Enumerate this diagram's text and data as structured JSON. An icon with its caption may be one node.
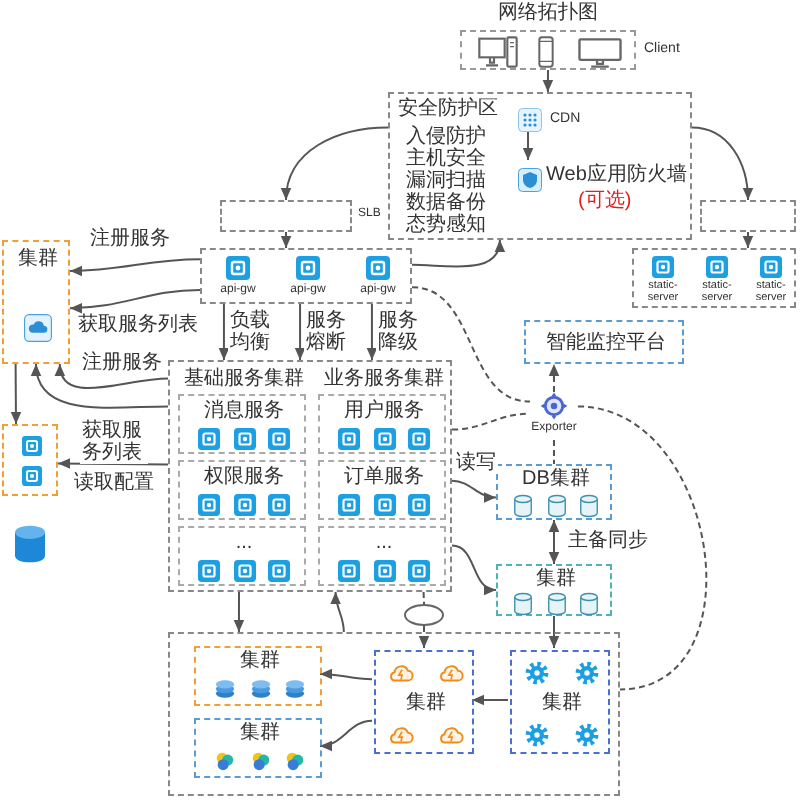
{
  "diagram": {
    "title": "网络拓扑图",
    "nodes": [
      {
        "text": [],
        "shape": "box",
        "beside": [
          "Client"
        ]
      },
      {
        "text": [
          "安全防护区",
          "入侵防护",
          "主机安全",
          "漏洞扫描",
          "数据备份",
          "态势感知"
        ]
      },
      {
        "text": [
          "CDN"
        ],
        "in": 1
      },
      {
        "text": [
          "Web应用防火墙",
          "(可选)"
        ],
        "in": 1
      },
      {
        "text": [],
        "shape": "box",
        "beside": [
          "SLB"
        ]
      },
      {
        "text": [],
        "shape": "box"
      },
      {
        "text": [
          "api-gw",
          "api-gw",
          "api-gw"
        ]
      },
      {
        "text": [
          "static-server",
          "static-server",
          "static-server"
        ]
      },
      {
        "text": [
          "集群"
        ]
      },
      {
        "text": [],
        "shape": "box"
      },
      {
        "text": [
          "智能监控平台"
        ]
      },
      {
        "text": [
          "Exporter"
        ]
      },
      {
        "text": [
          "基础服务集群",
          "业务服务集群"
        ]
      },
      {
        "text": [
          "消息服务"
        ],
        "in": 12
      },
      {
        "text": [
          "用户服务"
        ],
        "in": 12
      },
      {
        "text": [
          "权限服务"
        ],
        "in": 12
      },
      {
        "text": [
          "订单服务"
        ],
        "in": 12
      },
      {
        "text": [
          "..."
        ],
        "in": 12
      },
      {
        "text": [
          "..."
        ],
        "in": 12
      },
      {
        "text": [
          "DB集群"
        ]
      },
      {
        "text": [
          "集群"
        ]
      },
      {
        "text": [],
        "shape": "box"
      },
      {
        "text": [
          "集群"
        ],
        "in": 21
      },
      {
        "text": [
          "集群"
        ],
        "in": 21
      },
      {
        "text": [
          "集群"
        ],
        "in": 21
      },
      {
        "text": [
          "集群"
        ],
        "in": 21
      },
      {
        "text": [],
        "shape": "circle"
      }
    ],
    "edges": [
      {
        "from": 0,
        "to": 1,
        "arrow": "to"
      },
      {
        "from": 2,
        "to": 3,
        "arrow": "to"
      },
      {
        "from": 1,
        "to": 4,
        "arrow": "to"
      },
      {
        "from": 1,
        "to": 5,
        "arrow": "to"
      },
      {
        "from": 4,
        "to": 6,
        "arrow": "to"
      },
      {
        "from": 5,
        "to": 7,
        "arrow": "to"
      },
      {
        "from": 6,
        "to": 8,
        "arrow": "to",
        "label": "注册服务"
      },
      {
        "from": 6,
        "to": 8,
        "arrow": "to",
        "label": "获取服务列表"
      },
      {
        "from": 12,
        "to": 8,
        "arrow": "to",
        "label": "注册服务"
      },
      {
        "from": 12,
        "to": 8,
        "arrow": "to",
        "label": "获取服务列表"
      },
      {
        "from": 12,
        "to": 9,
        "arrow": "to",
        "label": "读取配置"
      },
      {
        "from": 8,
        "to": 9,
        "arrow": "to"
      },
      {
        "from": 6,
        "to": 12,
        "arrow": "to",
        "label": "负载均衡"
      },
      {
        "from": 6,
        "to": 12,
        "arrow": "to",
        "label": "服务熔断"
      },
      {
        "from": 6,
        "to": 12,
        "arrow": "to",
        "label": "服务降级"
      },
      {
        "from": 6,
        "to": 1,
        "arrow": "to"
      },
      {
        "from": 6,
        "to": 11,
        "arrow": "none",
        "style": "dashed"
      },
      {
        "from": 12,
        "to": 11,
        "arrow": "none",
        "style": "dashed"
      },
      {
        "from": 11,
        "to": 10,
        "arrow": "to",
        "style": "dashed"
      },
      {
        "from": 11,
        "to": 19,
        "arrow": "none",
        "style": "dashed"
      },
      {
        "from": 11,
        "to": 21,
        "arrow": "none",
        "style": "dashed"
      },
      {
        "from": 12,
        "to": 19,
        "arrow": "to",
        "label": "读写"
      },
      {
        "from": 12,
        "to": 20,
        "arrow": "to"
      },
      {
        "from": 19,
        "to": 20,
        "arrow": "both",
        "label": "主备同步"
      },
      {
        "from": 20,
        "to": 25,
        "arrow": "to"
      },
      {
        "from": 25,
        "to": 24,
        "arrow": "to"
      },
      {
        "from": 24,
        "to": 22,
        "arrow": "to"
      },
      {
        "from": 24,
        "to": 23,
        "arrow": "to"
      },
      {
        "from": 12,
        "to": 21,
        "arrow": "to"
      },
      {
        "from": 21,
        "to": 12,
        "arrow": "to"
      },
      {
        "from": 12,
        "to": 26,
        "arrow": "none",
        "style": "dashed"
      },
      {
        "from": 26,
        "to": 24,
        "arrow": "to",
        "style": "dashed"
      }
    ]
  }
}
